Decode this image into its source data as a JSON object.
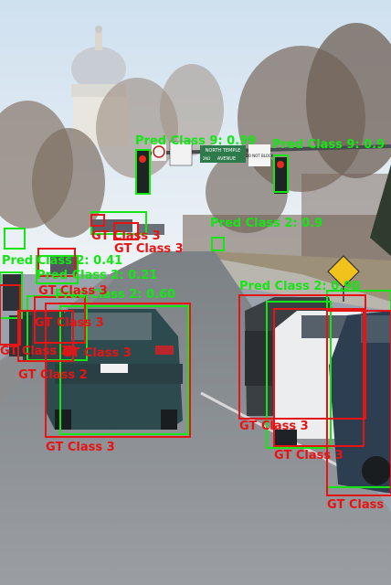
{
  "colors": {
    "prediction": "#14e614",
    "ground_truth": "#e61414",
    "sky": "#d9e7f2",
    "road": "#8e9296",
    "trees": "#5b4b3f"
  },
  "scene": {
    "signs": {
      "north_temple": "NORTH TEMPLE",
      "second_north": "2ND",
      "avenue": "AVENUE",
      "do_not_block": "DO NOT BLOCK"
    }
  },
  "annotations": {
    "predictions": [
      {
        "text": "Pred Class 9: 0.99"
      },
      {
        "text": "Pred Class 9: 0.9"
      },
      {
        "text": "Pred Class 2: 0.41"
      },
      {
        "text": "Pred Class 2: 0.21"
      },
      {
        "text": "Pred Class 2: 0.60"
      },
      {
        "text": "Pred Class 2: 0.90"
      },
      {
        "text": "Pred Class 2: 0.9"
      }
    ],
    "ground_truth": [
      {
        "text": "GT Class 3"
      },
      {
        "text": "GT Class 3"
      },
      {
        "text": "GT Class 3"
      },
      {
        "text": "GT Class 3"
      },
      {
        "text": "GT Class 3"
      },
      {
        "text": "GT Class 3"
      },
      {
        "text": "GT Class 2"
      },
      {
        "text": "GT Class 3"
      },
      {
        "text": "GT Class 3"
      },
      {
        "text": "GT Class 3"
      },
      {
        "text": "GT Class"
      }
    ]
  }
}
